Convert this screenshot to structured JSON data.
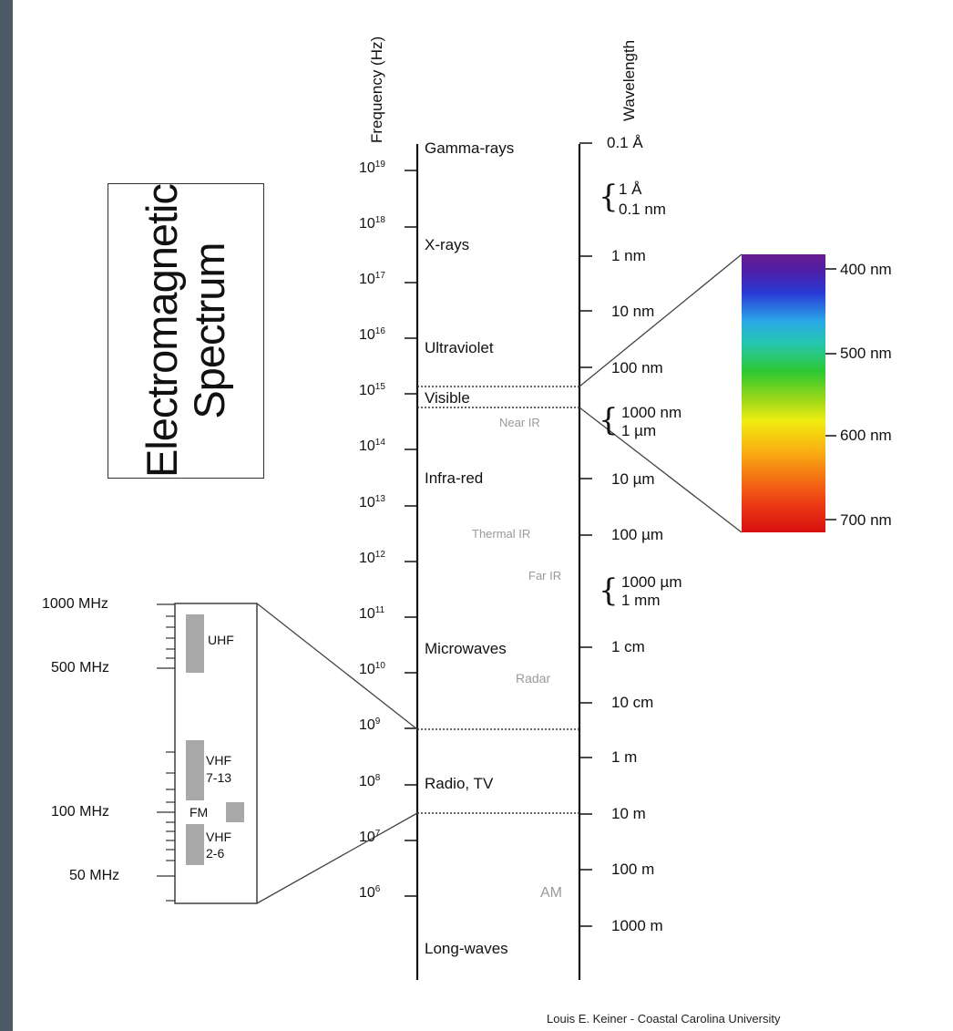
{
  "title": {
    "line1": "Electromagnetic",
    "line2": "Spectrum"
  },
  "axes": {
    "frequency": "Frequency (Hz)",
    "wavelength": "Wavelength"
  },
  "frequency_exponents": [
    "19",
    "18",
    "17",
    "16",
    "15",
    "14",
    "13",
    "12",
    "11",
    "10",
    "9",
    "8",
    "7",
    "6"
  ],
  "frequency_base": "10",
  "bands": {
    "gamma": "Gamma-rays",
    "xrays": "X-rays",
    "ultraviolet": "Ultraviolet",
    "visible": "Visible",
    "near_ir": "Near IR",
    "infrared": "Infra-red",
    "thermal_ir": "Thermal IR",
    "far_ir": "Far IR",
    "microwaves": "Microwaves",
    "radar": "Radar",
    "radio_tv": "Radio, TV",
    "am": "AM",
    "longwaves": "Long-waves"
  },
  "wavelengths": {
    "w01a": "0.1 Å",
    "w1a": "1 Å",
    "w01nm": "0.1 nm",
    "w1nm": "1 nm",
    "w10nm": "10 nm",
    "w100nm": "100 nm",
    "w1000nm": "1000 nm",
    "w1um": "1 µm",
    "w10um": "10 µm",
    "w100um": "100 µm",
    "w1000um": "1000 µm",
    "w1mm": "1 mm",
    "w1cm": "1 cm",
    "w10cm": "10 cm",
    "w1m": "1 m",
    "w10m": "10 m",
    "w100m": "100 m",
    "w1000m": "1000 m"
  },
  "visible_scale": {
    "n400": "400 nm",
    "n500": "500 nm",
    "n600": "600 nm",
    "n700": "700 nm"
  },
  "radio_inset": {
    "f1000": "1000 MHz",
    "f500": "500 MHz",
    "f100": "100 MHz",
    "f50": "50 MHz",
    "uhf": "UHF",
    "vhf_high_1": "VHF",
    "vhf_high_2": "7-13",
    "fm": "FM",
    "vhf_low_1": "VHF",
    "vhf_low_2": "2-6"
  },
  "credit": "Louis E. Keiner - Coastal Carolina University",
  "colors": {
    "gray_label": "#9a9a9a",
    "bar_gray": "#a8a8a8",
    "outer_bg": "#4d5a66"
  }
}
